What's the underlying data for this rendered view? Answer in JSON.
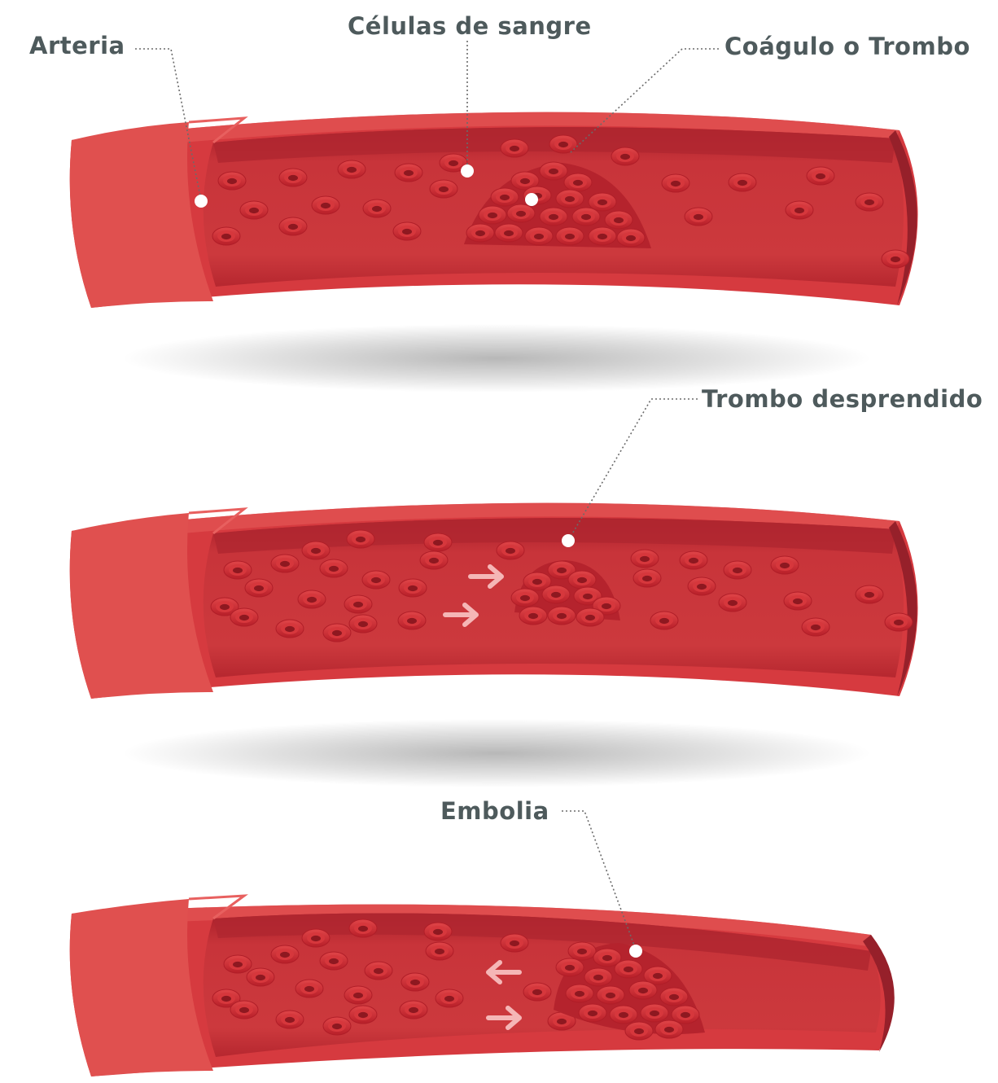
{
  "labels": {
    "arteria": "Arteria",
    "celulas": "Células de sangre",
    "coagulo": "Coágulo o Trombo",
    "trombo_desprendido": "Trombo desprendido",
    "embolia": "Embolia"
  },
  "colors": {
    "vessel_wall": "#d83a3f",
    "vessel_wall_light": "#e0504f",
    "vessel_wall_dark": "#a71f2a",
    "lumen": "#c62e34",
    "red_blood_cell": "#cf2a32",
    "arrow": "#f4b3b3",
    "label_text": "#4e5a5c"
  },
  "icons": {
    "flow_arrow": "right-arrow-icon",
    "reverse_arrow": "left-arrow-icon"
  }
}
